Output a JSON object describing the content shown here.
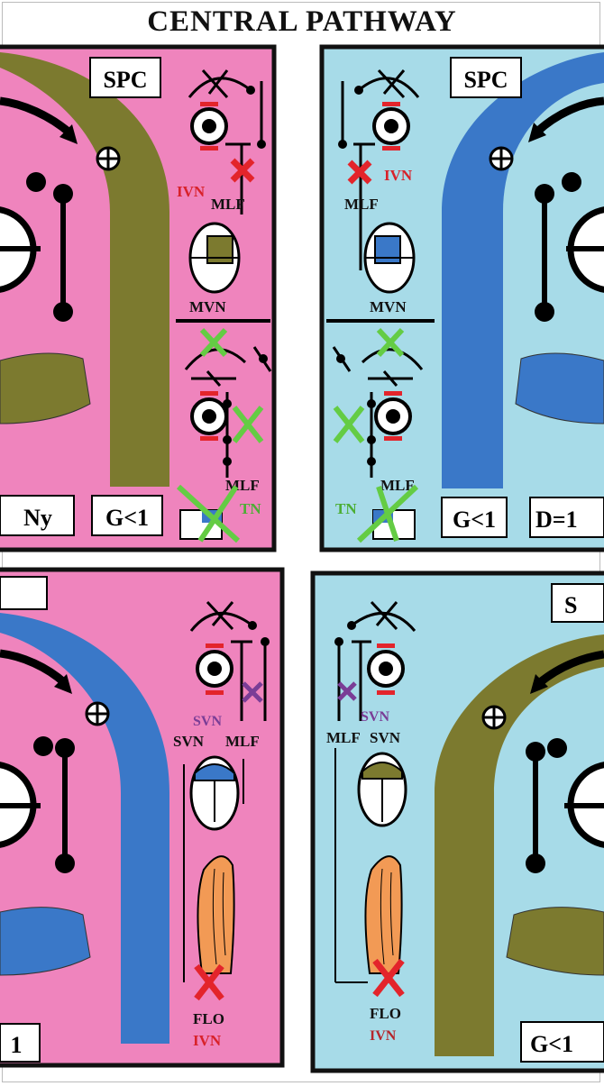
{
  "title": "CENTRAL PATHWAY",
  "colors": {
    "pink_panel": "#ef84bd",
    "blue_panel": "#a7dbe8",
    "olive": "#7c7a2f",
    "blue": "#3a78c8",
    "orange": "#f29a55",
    "red": "#e3242b",
    "green": "#64cc44",
    "purple": "#7a3d96",
    "panel_border": "#111111"
  },
  "panels": {
    "top_left": {
      "box_spc": "SPC",
      "box_bottom_left": "Ny",
      "box_bottom_right": "G<1",
      "ivn": "IVN",
      "mlf_upper": "MLF",
      "mvn": "MVN",
      "mlf_lower": "MLF",
      "tn": "TN"
    },
    "top_right": {
      "box_spc": "SPC",
      "box_bottom_left": "G<1",
      "box_bottom_right": "D=1",
      "ivn": "IVN",
      "mlf_upper": "MLF",
      "mvn": "MVN",
      "mlf_lower": "MLF",
      "tn": "TN"
    },
    "bottom_left": {
      "box_bottom_left": "1",
      "svn_purple": "SVN",
      "svn": "SVN",
      "mlf": "MLF",
      "flo": "FLO",
      "ivn": "IVN"
    },
    "bottom_right": {
      "box_top_right": "S",
      "box_bottom_right": "G<1",
      "svn_purple": "SVN",
      "mlf": "MLF",
      "svn": "SVN",
      "flo": "FLO",
      "ivn": "IVN"
    }
  }
}
